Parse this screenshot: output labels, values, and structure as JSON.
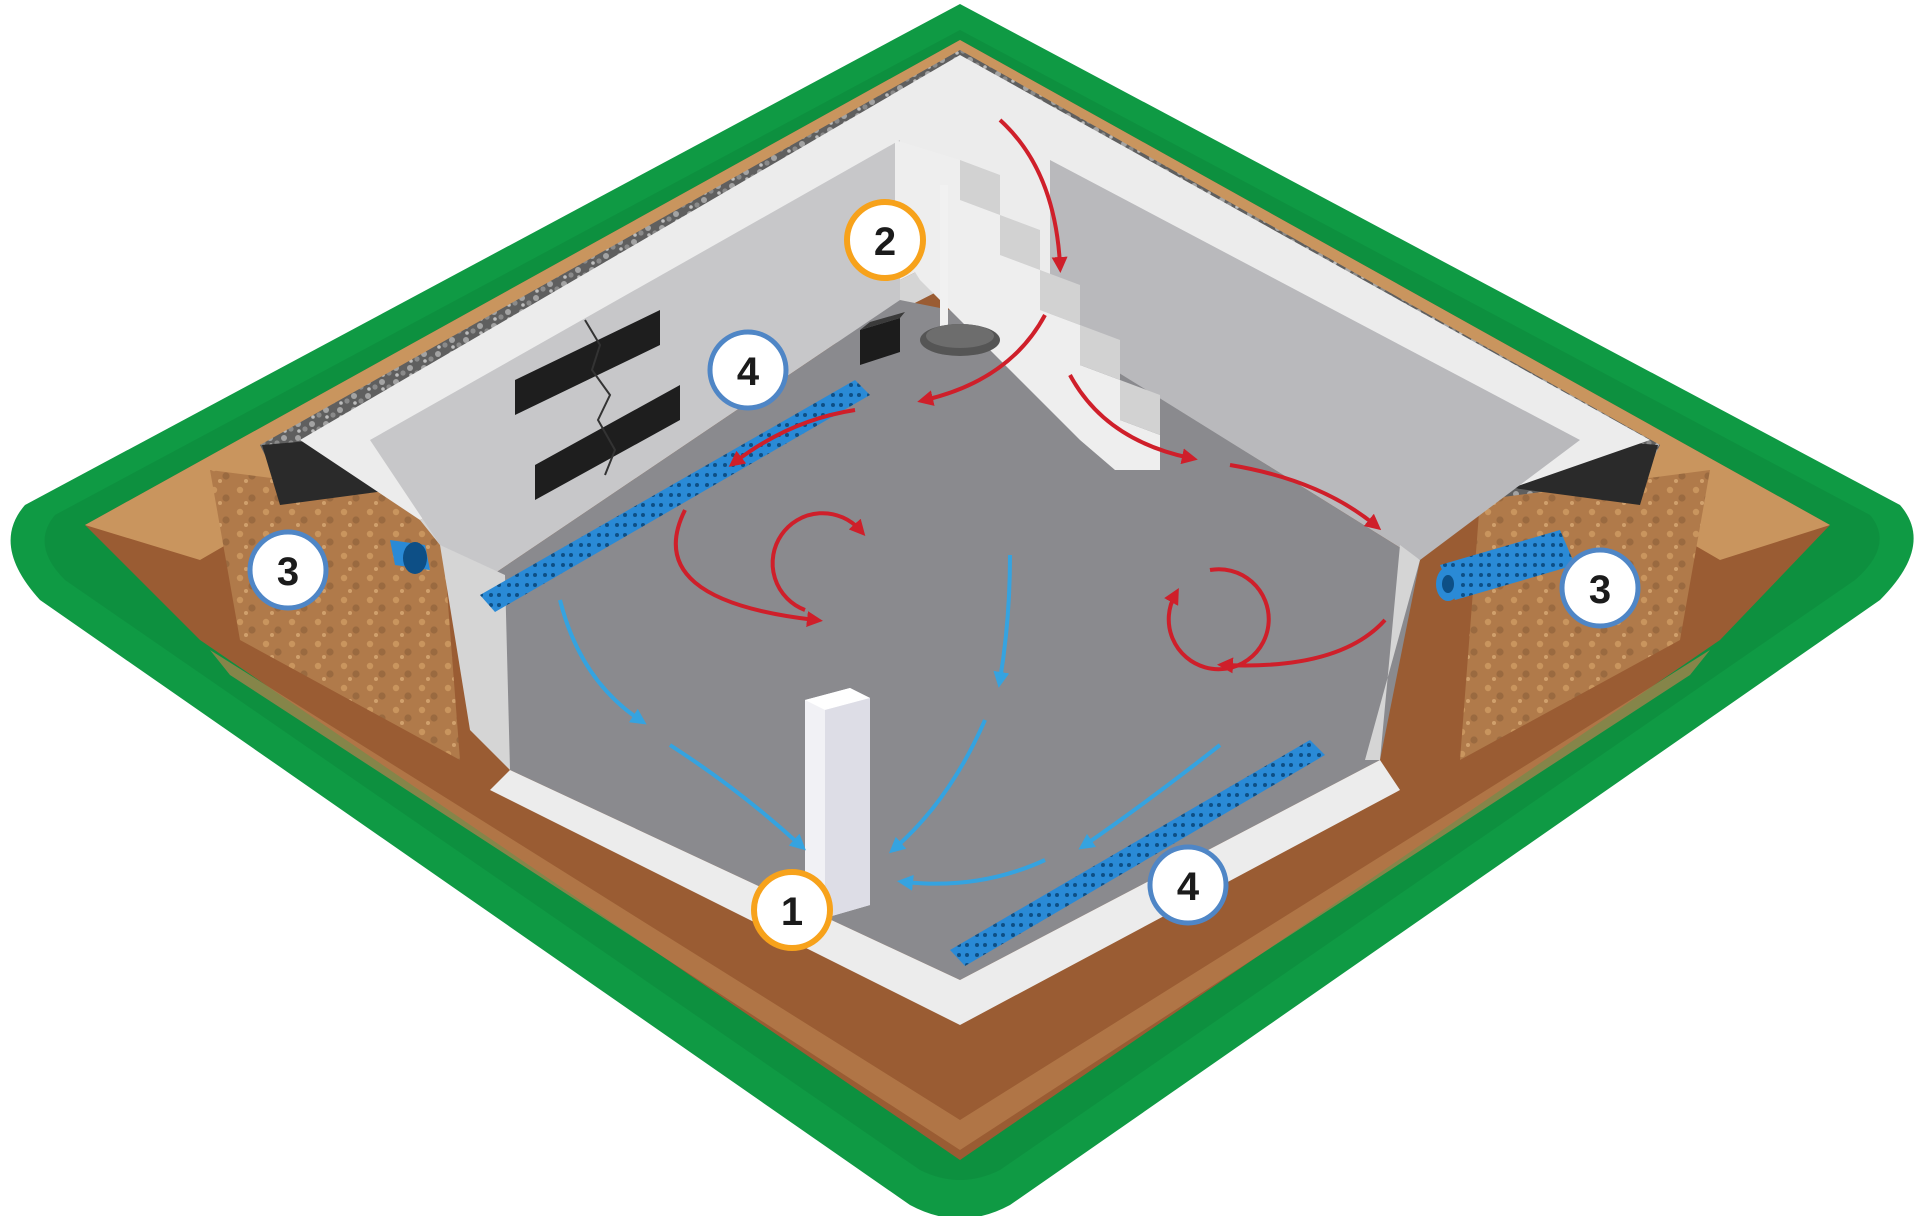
{
  "colors": {
    "background": "#ffffff",
    "lawn": "#0f9a44",
    "lawn_edge": "#0b7d36",
    "soil_top": "#c9955e",
    "soil_dark": "#9a5c33",
    "soil_band": "#b9804f",
    "gravel": "#8d8d8d",
    "membrane": "#2a2a2a",
    "concrete_light": "#ececec",
    "concrete_mid": "#d5d5d5",
    "wall_back": "#c7c7c9",
    "floor": "#8a8a8e",
    "drain_pipe": "#2a8ad6",
    "water_arrow": "#35a3e0",
    "air_arrow": "#cf1f2a",
    "marker_orange": "#f7a21b",
    "marker_blue": "#4f86c6"
  },
  "markers": [
    {
      "id": "marker-1",
      "label": "1",
      "ring": "orange",
      "component": "dehumidifier"
    },
    {
      "id": "marker-2",
      "label": "2",
      "ring": "orange",
      "component": "sump-pump"
    },
    {
      "id": "marker-3-left",
      "label": "3",
      "ring": "blue",
      "component": "exterior-drain"
    },
    {
      "id": "marker-3-right",
      "label": "3",
      "ring": "blue",
      "component": "exterior-drain"
    },
    {
      "id": "marker-4-back",
      "label": "4",
      "ring": "blue",
      "component": "interior-drain"
    },
    {
      "id": "marker-4-front",
      "label": "4",
      "ring": "blue",
      "component": "interior-drain"
    }
  ],
  "icons": [
    "dehumidifier-icon",
    "sump-pump-icon",
    "drain-pipe-icon",
    "wall-crack-icon",
    "staircase-icon"
  ]
}
